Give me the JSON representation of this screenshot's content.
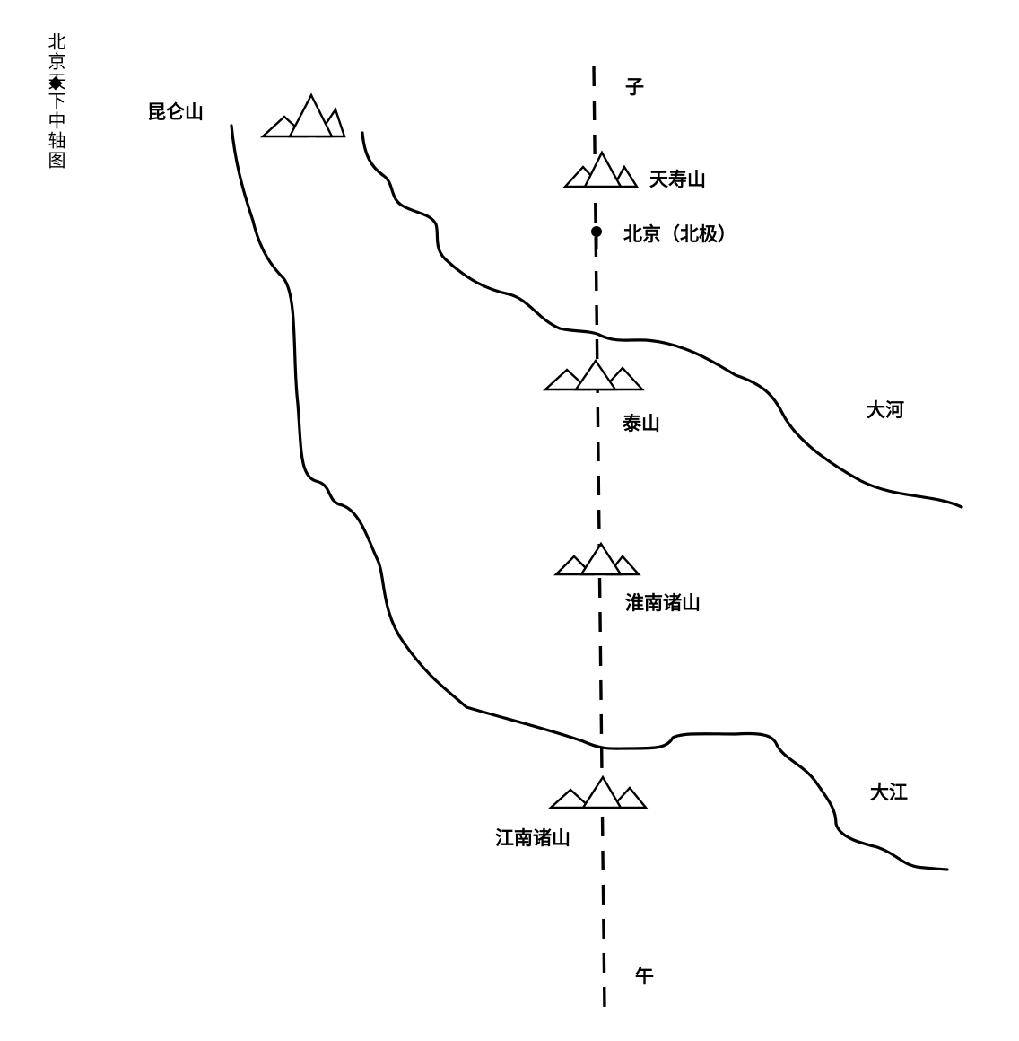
{
  "title": "北京天下中轴图",
  "title_marker": "◆",
  "labels": {
    "north": "子",
    "south": "午",
    "kunlun": "昆仑山",
    "tianshou": "天寿山",
    "beijing": "北京（北极）",
    "taishan": "泰山",
    "huainan": "淮南诸山",
    "jiangnan": "江南诸山",
    "yellow_river": "大河",
    "yangtze": "大江"
  },
  "colors": {
    "ink": "#000000",
    "paper": "#ffffff"
  }
}
